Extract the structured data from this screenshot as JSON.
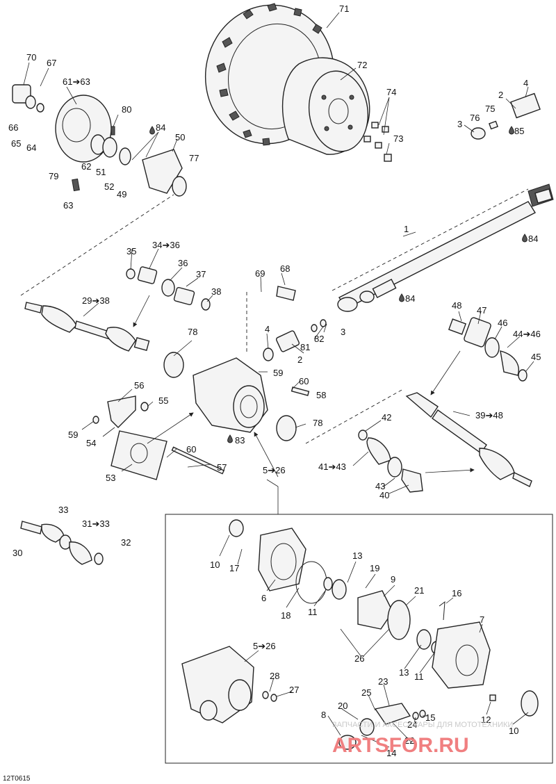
{
  "diagram_code": "12T0615",
  "watermark": {
    "line1": "ЗАПЧАСТИ И АКСЕССУАРЫ ДЛЯ МОТОТЕХНИКИ",
    "line2": "ARTSFOR.RU"
  },
  "callouts": {
    "c1": "1",
    "c2": "2",
    "c2b": "2",
    "c3": "3",
    "c3b": "3",
    "c4": "4",
    "c4b": "4",
    "c5_26": "5➔26",
    "c5_26b": "5➔26",
    "c6": "6",
    "c7": "7",
    "c8": "8",
    "c9": "9",
    "c10": "10",
    "c10b": "10",
    "c11": "11",
    "c11b": "11",
    "c12": "12",
    "c13": "13",
    "c13b": "13",
    "c14": "14",
    "c15": "15",
    "c16": "16",
    "c17": "17",
    "c18": "18",
    "c19": "19",
    "c20": "20",
    "c21": "21",
    "c22": "22",
    "c23": "23",
    "c24": "24",
    "c25": "25",
    "c26": "26",
    "c27": "27",
    "c28": "28",
    "c29_38": "29➔38",
    "c30": "30",
    "c31_33": "31➔33",
    "c32": "32",
    "c33": "33",
    "c34_36": "34➔36",
    "c35": "35",
    "c36": "36",
    "c37": "37",
    "c38": "38",
    "c39_48": "39➔48",
    "c40": "40",
    "c41_43": "41➔43",
    "c42": "42",
    "c43": "43",
    "c44_46": "44➔46",
    "c45": "45",
    "c46": "46",
    "c47": "47",
    "c48": "48",
    "c49": "49",
    "c50": "50",
    "c51": "51",
    "c52": "52",
    "c53": "53",
    "c54": "54",
    "c55": "55",
    "c56": "56",
    "c57": "57",
    "c58": "58",
    "c59": "59",
    "c59b": "59",
    "c60": "60",
    "c60b": "60",
    "c61_63": "61➔63",
    "c62": "62",
    "c63": "63",
    "c64": "64",
    "c65": "65",
    "c66": "66",
    "c67": "67",
    "c68": "68",
    "c69": "69",
    "c70": "70",
    "c71": "71",
    "c72": "72",
    "c73": "73",
    "c74": "74",
    "c75": "75",
    "c76": "76",
    "c77": "77",
    "c78": "78",
    "c78b": "78",
    "c79": "79",
    "c80": "80",
    "c81": "81",
    "c82": "82",
    "c83": "83",
    "c84a": "84",
    "c84b": "84",
    "c84c": "84",
    "c85": "85"
  },
  "icons": {
    "lubricant": "oil-drop-icon",
    "arrow": "pointer-arrow-icon"
  },
  "colors": {
    "line": "#222222",
    "watermark": "#f07f80"
  }
}
